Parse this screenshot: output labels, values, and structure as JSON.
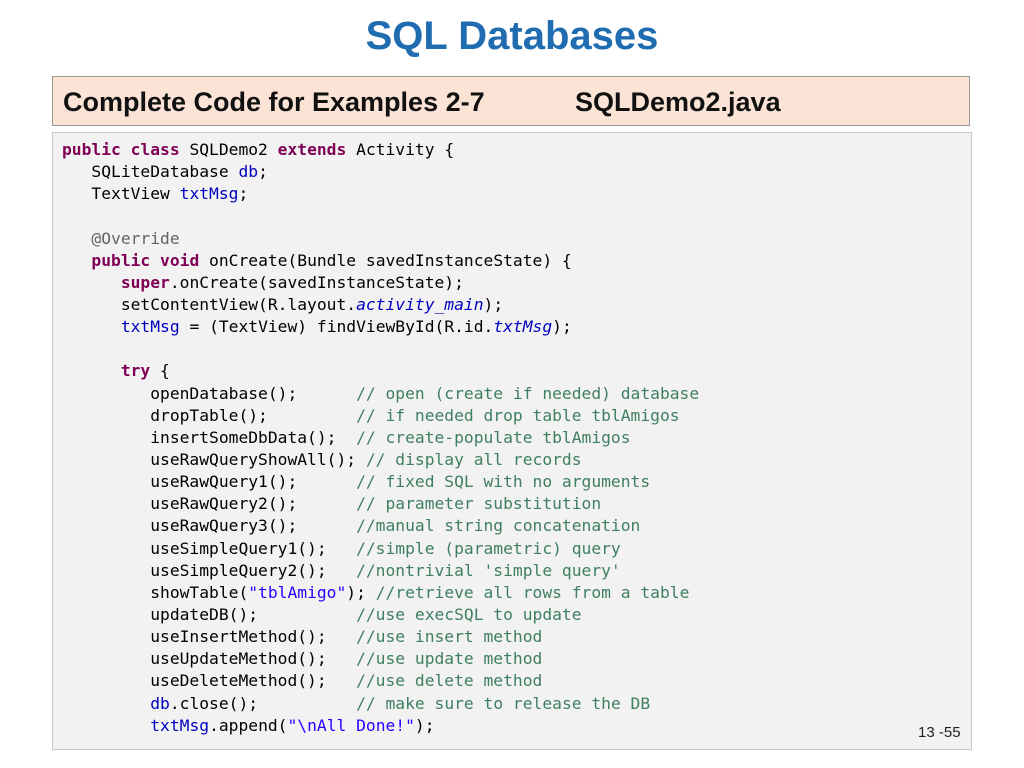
{
  "slide": {
    "title": "SQL Databases",
    "header_left": "Complete Code for Examples 2-7",
    "header_right": "SQLDemo2.java",
    "page_number": "13 -55"
  },
  "code_lines": [
    [
      [
        "public class",
        "kw"
      ],
      [
        " SQLDemo2 ",
        ""
      ],
      [
        "extends",
        "kw"
      ],
      [
        " Activity {",
        ""
      ]
    ],
    [
      [
        "   SQLiteDatabase ",
        ""
      ],
      [
        "db",
        "fld"
      ],
      [
        ";",
        ""
      ]
    ],
    [
      [
        "   TextView ",
        ""
      ],
      [
        "txtMsg",
        "fld"
      ],
      [
        ";",
        ""
      ]
    ],
    [],
    [
      [
        "   ",
        ""
      ],
      [
        "@Override",
        "ann"
      ]
    ],
    [
      [
        "   ",
        ""
      ],
      [
        "public void",
        "kw"
      ],
      [
        " onCreate(Bundle savedInstanceState) {",
        ""
      ]
    ],
    [
      [
        "      ",
        ""
      ],
      [
        "super",
        "kw"
      ],
      [
        ".onCreate(savedInstanceState);",
        ""
      ]
    ],
    [
      [
        "      setContentView(R.layout.",
        ""
      ],
      [
        "activity_main",
        "ifld"
      ],
      [
        ");",
        ""
      ]
    ],
    [
      [
        "      ",
        ""
      ],
      [
        "txtMsg",
        "fld"
      ],
      [
        " = (TextView) findViewById(R.id.",
        ""
      ],
      [
        "txtMsg",
        "ifld"
      ],
      [
        ");",
        ""
      ]
    ],
    [],
    [
      [
        "      ",
        ""
      ],
      [
        "try",
        "kw"
      ],
      [
        " {",
        ""
      ]
    ],
    [
      [
        "         openDatabase();      ",
        ""
      ],
      [
        "// open (create if needed) database",
        "cm"
      ]
    ],
    [
      [
        "         dropTable();         ",
        ""
      ],
      [
        "// if needed drop table tblAmigos",
        "cm"
      ]
    ],
    [
      [
        "         insertSomeDbData();  ",
        ""
      ],
      [
        "// create-populate tblAmigos",
        "cm"
      ]
    ],
    [
      [
        "         useRawQueryShowAll(); ",
        ""
      ],
      [
        "// display all records",
        "cm"
      ]
    ],
    [
      [
        "         useRawQuery1();      ",
        ""
      ],
      [
        "// fixed SQL with no arguments",
        "cm"
      ]
    ],
    [
      [
        "         useRawQuery2();      ",
        ""
      ],
      [
        "// parameter substitution",
        "cm"
      ]
    ],
    [
      [
        "         useRawQuery3();      ",
        ""
      ],
      [
        "//manual string concatenation",
        "cm"
      ]
    ],
    [
      [
        "         useSimpleQuery1();   ",
        ""
      ],
      [
        "//simple (parametric) query",
        "cm"
      ]
    ],
    [
      [
        "         useSimpleQuery2();   ",
        ""
      ],
      [
        "//nontrivial 'simple query'",
        "cm"
      ]
    ],
    [
      [
        "         showTable(",
        ""
      ],
      [
        "\"tblAmigo\"",
        "str"
      ],
      [
        "); ",
        ""
      ],
      [
        "//retrieve all rows from a table",
        "cm"
      ]
    ],
    [
      [
        "         updateDB();          ",
        ""
      ],
      [
        "//use execSQL to update",
        "cm"
      ]
    ],
    [
      [
        "         useInsertMethod();   ",
        ""
      ],
      [
        "//use insert method",
        "cm"
      ]
    ],
    [
      [
        "         useUpdateMethod();   ",
        ""
      ],
      [
        "//use update method",
        "cm"
      ]
    ],
    [
      [
        "         useDeleteMethod();   ",
        ""
      ],
      [
        "//use delete method",
        "cm"
      ]
    ],
    [
      [
        "         ",
        ""
      ],
      [
        "db",
        "fld"
      ],
      [
        ".close();          ",
        ""
      ],
      [
        "// make sure to release the DB",
        "cm"
      ]
    ],
    [
      [
        "         ",
        ""
      ],
      [
        "txtMsg",
        "fld"
      ],
      [
        ".append(",
        ""
      ],
      [
        "\"\\nAll Done!\"",
        "str"
      ],
      [
        ");",
        ""
      ]
    ]
  ]
}
